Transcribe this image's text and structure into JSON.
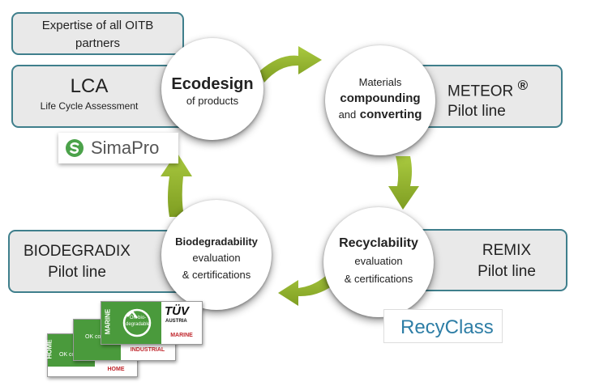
{
  "expertise_box": {
    "line1": "Expertise of all OITB",
    "line2": "partners"
  },
  "lca_box": {
    "title": "LCA",
    "subtitle": "Life Cycle Assessment"
  },
  "meteor_box": {
    "line1": "METEOR",
    "reg": "®",
    "line2": "Pilot line"
  },
  "biodegradix_box": {
    "line1": "BIODEGRADIX",
    "line2": "Pilot line"
  },
  "remix_box": {
    "line1": "REMIX",
    "line2": "Pilot line"
  },
  "ecodesign_circle": {
    "title": "Ecodesign",
    "subtitle": "of products"
  },
  "materials_circle": {
    "line1": "Materials",
    "line2": "compounding",
    "line3_prefix": "and",
    "line3_bold": "converting"
  },
  "recyclability_circle": {
    "title": "Recyclability",
    "line2": "evaluation",
    "line3": "& certifications"
  },
  "biodegradability_circle": {
    "title": "Biodegradability",
    "line2": "evaluation",
    "line3": "& certifications"
  },
  "simapro_logo": {
    "text": "SimaPro",
    "icon": "simapro-s-icon"
  },
  "recyclass_logo": {
    "text": "RecyClass"
  },
  "certification_labels": {
    "tuv_line1": "TÜV",
    "tuv_line2": "AUSTRIA",
    "ok_biodegradable": "OK bio-degradable",
    "ok_compost": "OK co",
    "marine": "MARINE",
    "industrial": "INDUSTRIAL",
    "home": "HOME"
  },
  "colors": {
    "arrow_green": "#9bbb2f",
    "box_border": "#3f7f8c",
    "box_fill": "#e9e9e9",
    "cert_green": "#4a9a3c",
    "cert_red": "#c0262c",
    "simapro_green": "#4ba24a",
    "recyclass_blue": "#2e7ea6"
  }
}
